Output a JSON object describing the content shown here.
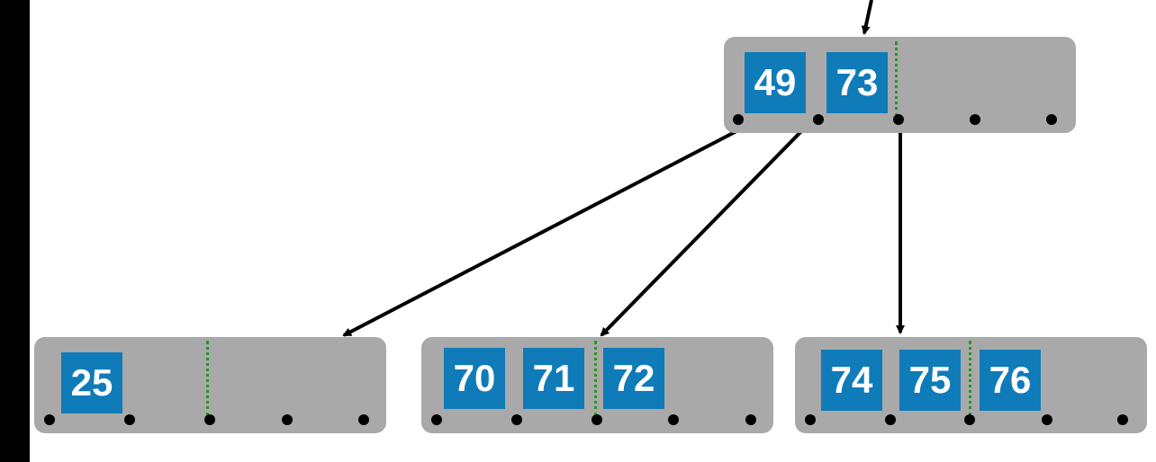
{
  "colors": {
    "node_fill": "#a9a9a9",
    "key_fill": "#0f7bb8",
    "divider": "#1f9a1f",
    "pointer": "#000000"
  },
  "tree": {
    "root": {
      "keys": [
        "49",
        "73"
      ]
    },
    "leaves": [
      {
        "keys": [
          "25"
        ]
      },
      {
        "keys": [
          "70",
          "71",
          "72"
        ]
      },
      {
        "keys": [
          "74",
          "75",
          "76"
        ]
      }
    ]
  }
}
